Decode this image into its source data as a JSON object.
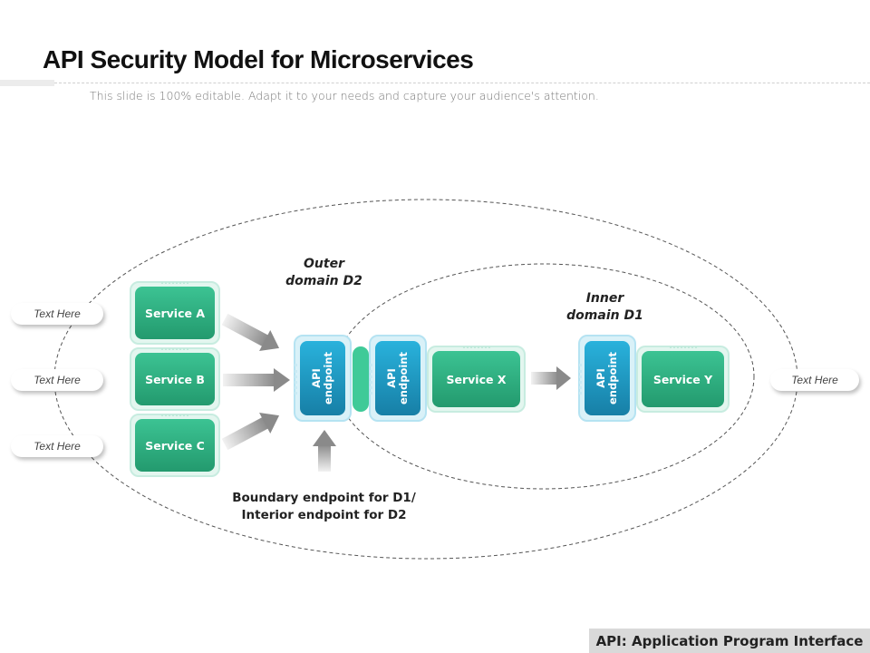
{
  "header": {
    "title": "API Security Model for Microservices",
    "subtitle": "This slide is 100% editable. Adapt it to your needs and capture your audience's attention."
  },
  "diagram": {
    "outer_domain_label_line1": "Outer",
    "outer_domain_label_line2": "domain D2",
    "inner_domain_label_line1": "Inner",
    "inner_domain_label_line2": "domain D1",
    "services": {
      "a": "Service A",
      "b": "Service B",
      "c": "Service C",
      "x": "Service X",
      "y": "Service Y"
    },
    "api_endpoint_line1": "API",
    "api_endpoint_line2": "endpoint",
    "text_labels": [
      "Text Here",
      "Text Here",
      "Text Here",
      "Text Here"
    ],
    "boundary_line1": "Boundary endpoint for D1/",
    "boundary_line2": "Interior endpoint for D2"
  },
  "footer": {
    "note": "API: Application Program Interface"
  },
  "colors": {
    "service_green": "#2bab7d",
    "api_blue": "#1f99c4",
    "connector_green": "#3fca98",
    "footer_gray": "#d9d9d9"
  }
}
